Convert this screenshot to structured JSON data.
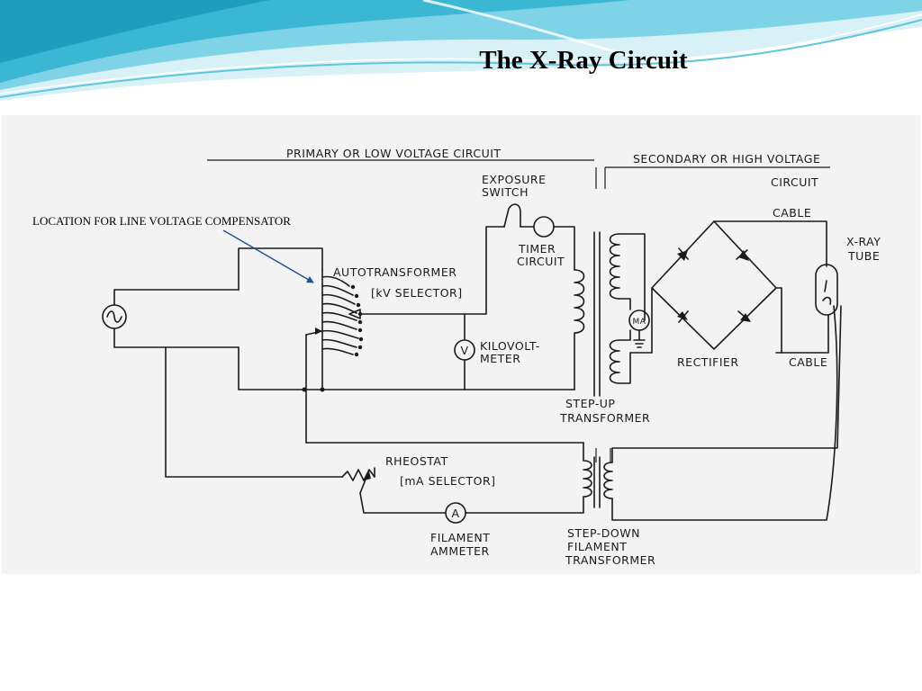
{
  "slide": {
    "title": "The X-Ray Circuit",
    "annotation": "LOCATION FOR LINE VOLTAGE COMPENSATOR",
    "colors": {
      "banner_light": "#d8f1f7",
      "banner_mid": "#5fc6dd",
      "banner_dark": "#1f9dbd",
      "annotation_arrow": "#1f4e9c",
      "scan_background": "#f3f3f3"
    }
  },
  "diagram": {
    "sections": {
      "primary": "PRIMARY OR LOW VOLTAGE CIRCUIT",
      "secondary_line1": "SECONDARY OR HIGH VOLTAGE",
      "secondary_line2": "CIRCUIT"
    },
    "labels": {
      "exposure_switch_1": "EXPOSURE",
      "exposure_switch_2": "SWITCH",
      "timer_circuit_1": "TIMER",
      "timer_circuit_2": "CIRCUIT",
      "autotransformer": "AUTOTRANSFORMER",
      "kv_selector": "[kV SELECTOR]",
      "kilovoltmeter_1": "KILOVOLT-",
      "kilovoltmeter_2": "METER",
      "step_up_1": "STEP-UP",
      "step_up_2": "TRANSFORMER",
      "cable_top": "CABLE",
      "cable_bottom": "CABLE",
      "xray_tube_1": "X-RAY",
      "xray_tube_2": "TUBE",
      "rectifier": "RECTIFIER",
      "rheostat": "RHEOSTAT",
      "ma_selector": "[mA SELECTOR]",
      "filament_ammeter_1": "FILAMENT",
      "filament_ammeter_2": "AMMETER",
      "step_down_1": "STEP-DOWN",
      "step_down_2": "FILAMENT",
      "step_down_3": "TRANSFORMER"
    },
    "meter_symbols": {
      "voltmeter": "V",
      "milliammeter": "MA",
      "ammeter": "A"
    }
  }
}
